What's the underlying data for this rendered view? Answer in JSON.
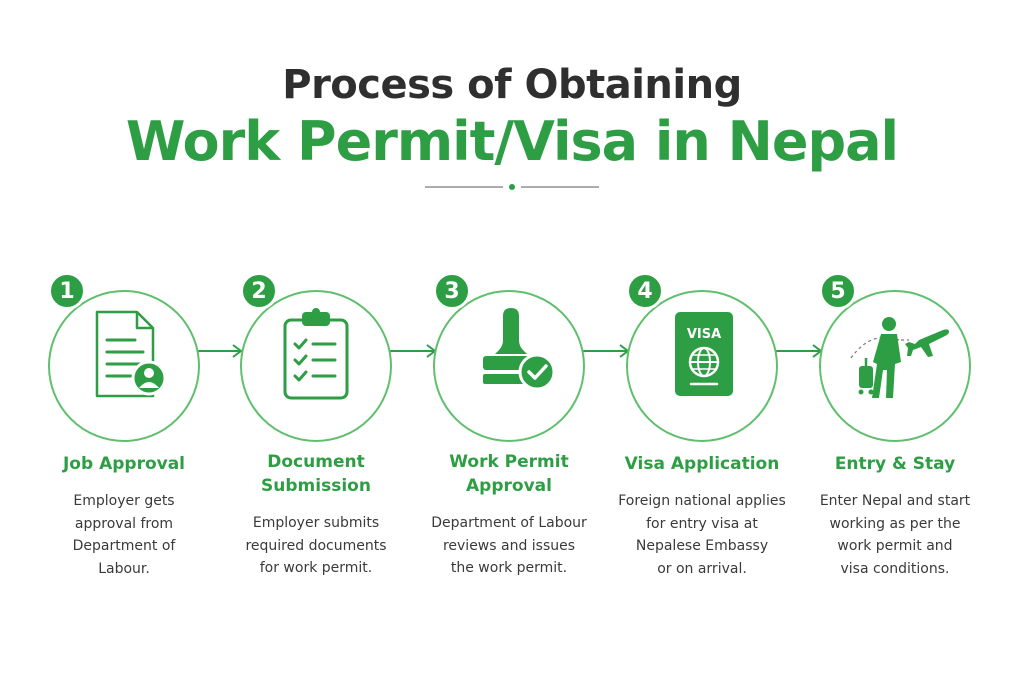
{
  "header": {
    "title_line1": "Process of Obtaining",
    "title_line2": "Work Permit/Visa in Nepal"
  },
  "colors": {
    "accent": "#2e9e45",
    "accent_light": "#5fbf6d",
    "text": "#3a3a3a"
  },
  "steps": [
    {
      "number": "1",
      "icon": "document-user-icon",
      "title": "Job Approval",
      "desc": [
        "Employer gets",
        "approval from",
        "Department of",
        "Labour."
      ]
    },
    {
      "number": "2",
      "icon": "clipboard-checklist-icon",
      "title": [
        "Document",
        "Submission"
      ],
      "desc": [
        "Employer submits",
        "required documents",
        "for work permit."
      ]
    },
    {
      "number": "3",
      "icon": "stamp-check-icon",
      "title": [
        "Work Permit",
        "Approval"
      ],
      "desc": [
        "Department of Labour",
        "reviews and issues",
        "the work permit."
      ]
    },
    {
      "number": "4",
      "icon": "visa-passport-icon",
      "icon_text": "VISA",
      "title": "Visa Application",
      "desc": [
        "Foreign national applies",
        "for entry visa at",
        "Nepalese Embassy",
        "or on arrival."
      ]
    },
    {
      "number": "5",
      "icon": "traveler-airplane-icon",
      "title": "Entry & Stay",
      "desc": [
        "Enter Nepal and start",
        "working as per the",
        "work permit and",
        "visa conditions."
      ]
    }
  ]
}
